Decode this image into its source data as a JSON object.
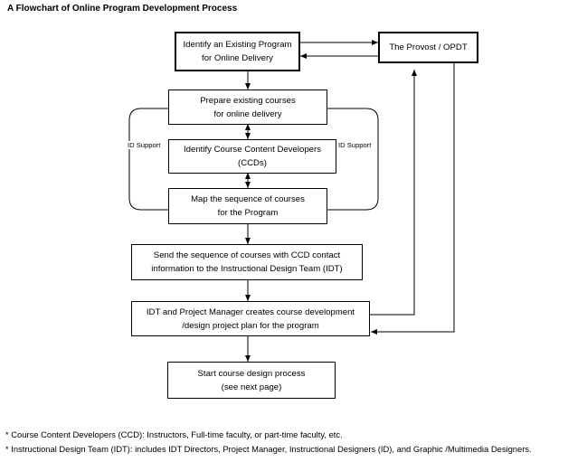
{
  "title": "A Flowchart of Online Program Development Process",
  "nodes": {
    "identify_program": "Identify an Existing Program\nfor Online Delivery",
    "provost": "The Provost / OPDT",
    "prepare_courses": "Prepare existing courses\nfor online delivery",
    "identify_ccd": "Identify Course Content Developers\n(CCDs)",
    "map_sequence": "Map the sequence of courses\nfor the Program",
    "send_sequence": "Send the sequence of courses with CCD contact\ninformation to the Instructional Design Team (IDT)",
    "project_plan": "IDT and Project Manager creates course development\n/design project plan for the program",
    "start_design": "Start course design process\n(see next page)"
  },
  "side_labels": {
    "left": "ID Support",
    "right": "ID Support"
  },
  "notes": [
    "* Course Content Developers (CCD): Instructors, Full-time faculty, or part-time faculty, etc.",
    "* Instructional Design Team (IDT): includes IDT Directors, Project Manager, Instructional Designers (ID), and Graphic /Multimedia Designers."
  ]
}
